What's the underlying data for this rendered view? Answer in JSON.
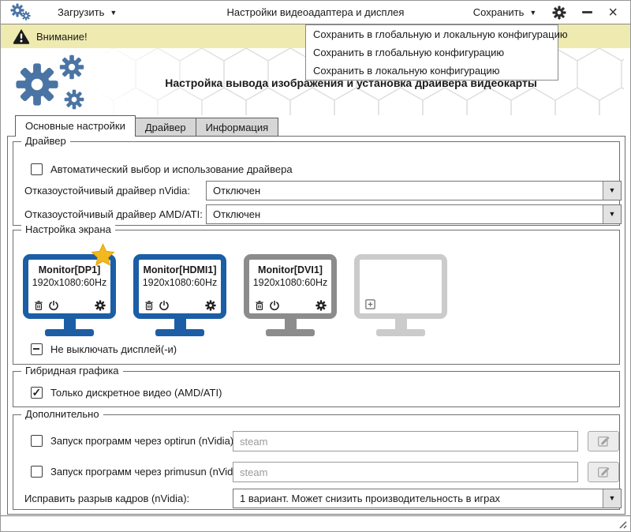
{
  "window": {
    "title": "Настройки видеоадаптера и дисплея"
  },
  "titlebar": {
    "load_label": "Загрузить",
    "save_label": "Сохранить"
  },
  "warning_bar": {
    "text": "Внимание!"
  },
  "save_menu": {
    "items": [
      "Сохранить в глобальную и локальную конфигурацию",
      "Сохранить в глобальную конфигурацию",
      "Сохранить в локальную конфигурацию"
    ]
  },
  "header": {
    "subtitle": "Настройка вывода изображения и установка драйвера видеокарты"
  },
  "tabs": [
    {
      "label": "Основные настройки",
      "active": true
    },
    {
      "label": "Драйвер",
      "active": false
    },
    {
      "label": "Информация",
      "active": false
    }
  ],
  "groups": {
    "driver": {
      "title": "Драйвер",
      "auto_driver_label": "Автоматический выбор и использование драйвера",
      "auto_driver_checked": false,
      "nvidia_failsafe_label": "Отказоустойчивый драйвер nVidia:",
      "nvidia_failsafe_value": "Отключен",
      "amd_failsafe_label": "Отказоустойчивый драйвер AMD/ATI:",
      "amd_failsafe_value": "Отключен"
    },
    "screen": {
      "title": "Настройка экрана",
      "monitors": [
        {
          "name": "Monitor[DP1]",
          "mode": "1920x1080:60Hz",
          "state": "primary",
          "starred": true
        },
        {
          "name": "Monitor[HDMI1]",
          "mode": "1920x1080:60Hz",
          "state": "active",
          "starred": false
        },
        {
          "name": "Monitor[DVI1]",
          "mode": "1920x1080:60Hz",
          "state": "inactive",
          "starred": false
        },
        {
          "name": "",
          "mode": "",
          "state": "empty",
          "starred": false
        }
      ],
      "keep_on_label": "Не выключать дисплей(-и)",
      "keep_on_state": "indeterminate"
    },
    "hybrid": {
      "title": "Гибридная графика",
      "discrete_only_label": "Только дискретное видео (AMD/ATI)",
      "discrete_only_checked": true
    },
    "extra": {
      "title": "Дополнительно",
      "optirun_label": "Запуск программ через optirun (nVidia):",
      "optirun_checked": false,
      "optirun_placeholder": "steam",
      "primusun_label": "Запуск программ через primusun (nVidia):",
      "primusun_checked": false,
      "primusun_placeholder": "steam",
      "tearing_label": "Исправить разрыв кадров (nVidia):",
      "tearing_value": "1 вариант. Может снизить производительность в играх"
    }
  },
  "icons": {
    "app_logo": "gears",
    "warning": "warning-triangle",
    "menu_caret": "chevron-down",
    "settings": "gear",
    "minimize": "minus",
    "close": "x",
    "monitor_delete": "trash",
    "monitor_power": "power",
    "monitor_settings": "gear",
    "monitor_primary": "star",
    "monitor_add": "plus-box",
    "edit": "pencil",
    "resize": "grip"
  },
  "colors": {
    "accent_blue": "#1b5ea6",
    "logo_blue": "#4a74a4",
    "warning_bg": "#eeeab0",
    "star_gold": "#f2b81f",
    "monitor_inactive": "#8c8c8c",
    "monitor_empty": "#cbcbcb"
  }
}
